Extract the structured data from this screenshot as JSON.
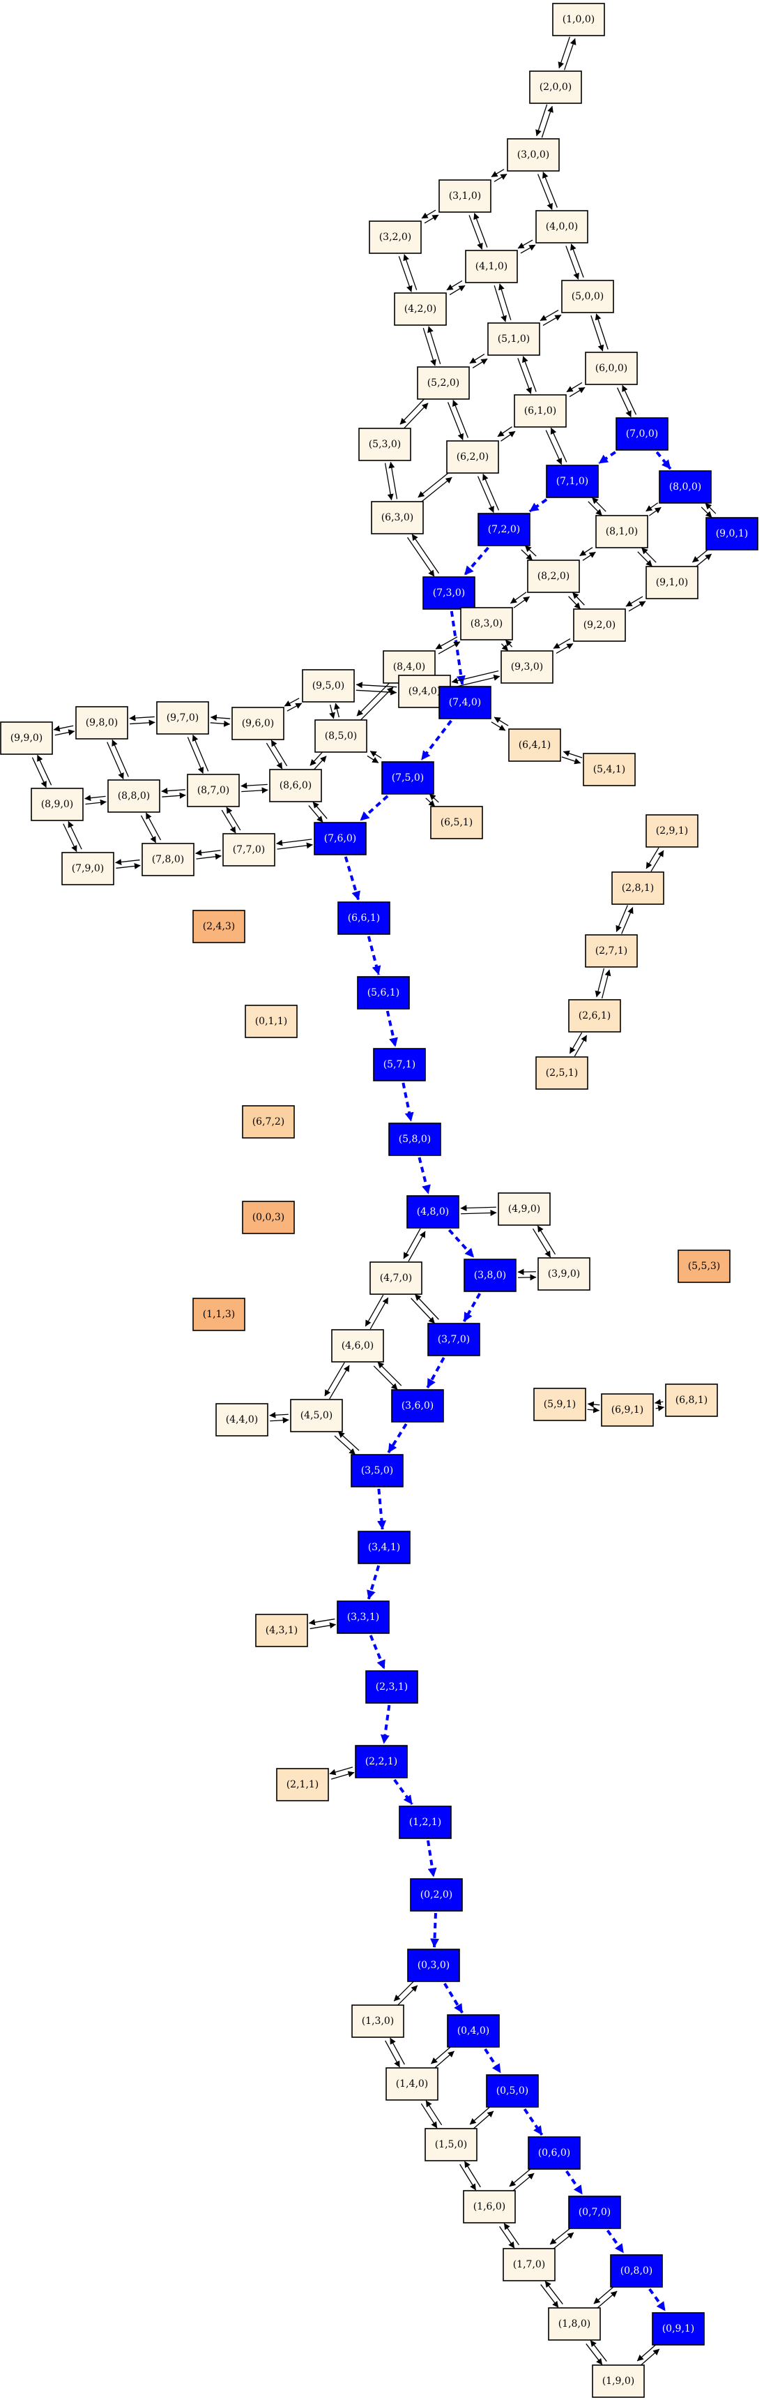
{
  "colors": {
    "path": "#0000ff",
    "level0": "#fdf5e6",
    "level1": "#fde4c3",
    "level2": "#fcd1a2",
    "level3": "#f9b47c",
    "label_on_path": "#ffffff",
    "label_default": "#000000",
    "edge": "#000000"
  },
  "nodes": [
    {
      "id": "(1,0,0)",
      "label": "(1,0,0)",
      "level": 0
    },
    {
      "id": "(2,0,0)",
      "label": "(2,0,0)",
      "level": 0
    },
    {
      "id": "(3,0,0)",
      "label": "(3,0,0)",
      "level": 0
    },
    {
      "id": "(3,1,0)",
      "label": "(3,1,0)",
      "level": 0
    },
    {
      "id": "(4,0,0)",
      "label": "(4,0,0)",
      "level": 0
    },
    {
      "id": "(3,2,0)",
      "label": "(3,2,0)",
      "level": 0
    },
    {
      "id": "(4,1,0)",
      "label": "(4,1,0)",
      "level": 0
    },
    {
      "id": "(5,0,0)",
      "label": "(5,0,0)",
      "level": 0
    },
    {
      "id": "(4,2,0)",
      "label": "(4,2,0)",
      "level": 0
    },
    {
      "id": "(5,1,0)",
      "label": "(5,1,0)",
      "level": 0
    },
    {
      "id": "(6,0,0)",
      "label": "(6,0,0)",
      "level": 0
    },
    {
      "id": "(5,2,0)",
      "label": "(5,2,0)",
      "level": 0
    },
    {
      "id": "(6,1,0)",
      "label": "(6,1,0)",
      "level": 0
    },
    {
      "id": "(5,3,0)",
      "label": "(5,3,0)",
      "level": 0
    },
    {
      "id": "(6,2,0)",
      "label": "(6,2,0)",
      "level": 0
    },
    {
      "id": "(7,0,0)",
      "label": "(7,0,0)",
      "level": 0,
      "path": true
    },
    {
      "id": "(7,1,0)",
      "label": "(7,1,0)",
      "level": 0,
      "path": true
    },
    {
      "id": "(8,0,0)",
      "label": "(8,0,0)",
      "level": 0,
      "path": true
    },
    {
      "id": "(6,3,0)",
      "label": "(6,3,0)",
      "level": 0
    },
    {
      "id": "(7,2,0)",
      "label": "(7,2,0)",
      "level": 0,
      "path": true
    },
    {
      "id": "(8,1,0)",
      "label": "(8,1,0)",
      "level": 0
    },
    {
      "id": "(9,0,1)",
      "label": "(9,0,1)",
      "level": 1,
      "path": true
    },
    {
      "id": "(8,2,0)",
      "label": "(8,2,0)",
      "level": 0
    },
    {
      "id": "(9,1,0)",
      "label": "(9,1,0)",
      "level": 0
    },
    {
      "id": "(7,3,0)",
      "label": "(7,3,0)",
      "level": 0,
      "path": true
    },
    {
      "id": "(8,3,0)",
      "label": "(8,3,0)",
      "level": 0
    },
    {
      "id": "(9,2,0)",
      "label": "(9,2,0)",
      "level": 0
    },
    {
      "id": "(8,4,0)",
      "label": "(8,4,0)",
      "level": 0
    },
    {
      "id": "(9,3,0)",
      "label": "(9,3,0)",
      "level": 0
    },
    {
      "id": "(9,5,0)",
      "label": "(9,5,0)",
      "level": 0
    },
    {
      "id": "(9,4,0)",
      "label": "(9,4,0)",
      "level": 0
    },
    {
      "id": "(7,4,0)",
      "label": "(7,4,0)",
      "level": 0,
      "path": true
    },
    {
      "id": "(9,8,0)",
      "label": "(9,8,0)",
      "level": 0
    },
    {
      "id": "(9,7,0)",
      "label": "(9,7,0)",
      "level": 0
    },
    {
      "id": "(9,6,0)",
      "label": "(9,6,0)",
      "level": 0
    },
    {
      "id": "(9,9,0)",
      "label": "(9,9,0)",
      "level": 0
    },
    {
      "id": "(8,5,0)",
      "label": "(8,5,0)",
      "level": 0
    },
    {
      "id": "(6,4,1)",
      "label": "(6,4,1)",
      "level": 1
    },
    {
      "id": "(5,4,1)",
      "label": "(5,4,1)",
      "level": 1
    },
    {
      "id": "(8,8,0)",
      "label": "(8,8,0)",
      "level": 0
    },
    {
      "id": "(8,7,0)",
      "label": "(8,7,0)",
      "level": 0
    },
    {
      "id": "(8,6,0)",
      "label": "(8,6,0)",
      "level": 0
    },
    {
      "id": "(7,5,0)",
      "label": "(7,5,0)",
      "level": 0,
      "path": true
    },
    {
      "id": "(8,9,0)",
      "label": "(8,9,0)",
      "level": 0
    },
    {
      "id": "(6,5,1)",
      "label": "(6,5,1)",
      "level": 1
    },
    {
      "id": "(7,7,0)",
      "label": "(7,7,0)",
      "level": 0
    },
    {
      "id": "(7,8,0)",
      "label": "(7,8,0)",
      "level": 0
    },
    {
      "id": "(7,6,0)",
      "label": "(7,6,0)",
      "level": 0,
      "path": true
    },
    {
      "id": "(7,9,0)",
      "label": "(7,9,0)",
      "level": 0
    },
    {
      "id": "(2,9,1)",
      "label": "(2,9,1)",
      "level": 1
    },
    {
      "id": "(2,8,1)",
      "label": "(2,8,1)",
      "level": 1
    },
    {
      "id": "(6,6,1)",
      "label": "(6,6,1)",
      "level": 1,
      "path": true
    },
    {
      "id": "(2,4,3)",
      "label": "(2,4,3)",
      "level": 3
    },
    {
      "id": "(2,7,1)",
      "label": "(2,7,1)",
      "level": 1
    },
    {
      "id": "(5,6,1)",
      "label": "(5,6,1)",
      "level": 1,
      "path": true
    },
    {
      "id": "(2,6,1)",
      "label": "(2,6,1)",
      "level": 1
    },
    {
      "id": "(0,1,1)",
      "label": "(0,1,1)",
      "level": 1
    },
    {
      "id": "(2,5,1)",
      "label": "(2,5,1)",
      "level": 1
    },
    {
      "id": "(5,7,1)",
      "label": "(5,7,1)",
      "level": 1,
      "path": true
    },
    {
      "id": "(6,7,2)",
      "label": "(6,7,2)",
      "level": 2
    },
    {
      "id": "(5,8,0)",
      "label": "(5,8,0)",
      "level": 0,
      "path": true
    },
    {
      "id": "(0,0,3)",
      "label": "(0,0,3)",
      "level": 3
    },
    {
      "id": "(4,8,0)",
      "label": "(4,8,0)",
      "level": 0,
      "path": true
    },
    {
      "id": "(4,9,0)",
      "label": "(4,9,0)",
      "level": 0
    },
    {
      "id": "(5,5,3)",
      "label": "(5,5,3)",
      "level": 3
    },
    {
      "id": "(4,7,0)",
      "label": "(4,7,0)",
      "level": 0
    },
    {
      "id": "(3,8,0)",
      "label": "(3,8,0)",
      "level": 0,
      "path": true
    },
    {
      "id": "(3,9,0)",
      "label": "(3,9,0)",
      "level": 0
    },
    {
      "id": "(1,1,3)",
      "label": "(1,1,3)",
      "level": 3
    },
    {
      "id": "(3,7,0)",
      "label": "(3,7,0)",
      "level": 0,
      "path": true
    },
    {
      "id": "(4,6,0)",
      "label": "(4,6,0)",
      "level": 0
    },
    {
      "id": "(6,8,1)",
      "label": "(6,8,1)",
      "level": 1
    },
    {
      "id": "(5,9,1)",
      "label": "(5,9,1)",
      "level": 1
    },
    {
      "id": "(6,9,1)",
      "label": "(6,9,1)",
      "level": 1
    },
    {
      "id": "(3,6,0)",
      "label": "(3,6,0)",
      "level": 0,
      "path": true
    },
    {
      "id": "(4,4,0)",
      "label": "(4,4,0)",
      "level": 0
    },
    {
      "id": "(4,5,0)",
      "label": "(4,5,0)",
      "level": 0
    },
    {
      "id": "(3,5,0)",
      "label": "(3,5,0)",
      "level": 0,
      "path": true
    },
    {
      "id": "(3,4,1)",
      "label": "(3,4,1)",
      "level": 1,
      "path": true
    },
    {
      "id": "(4,3,1)",
      "label": "(4,3,1)",
      "level": 1
    },
    {
      "id": "(3,3,1)",
      "label": "(3,3,1)",
      "level": 1,
      "path": true
    },
    {
      "id": "(2,3,1)",
      "label": "(2,3,1)",
      "level": 1,
      "path": true
    },
    {
      "id": "(2,2,1)",
      "label": "(2,2,1)",
      "level": 1,
      "path": true
    },
    {
      "id": "(2,1,1)",
      "label": "(2,1,1)",
      "level": 1
    },
    {
      "id": "(1,2,1)",
      "label": "(1,2,1)",
      "level": 1,
      "path": true
    },
    {
      "id": "(0,2,0)",
      "label": "(0,2,0)",
      "level": 0,
      "path": true
    },
    {
      "id": "(0,3,0)",
      "label": "(0,3,0)",
      "level": 0,
      "path": true
    },
    {
      "id": "(1,3,0)",
      "label": "(1,3,0)",
      "level": 0
    },
    {
      "id": "(0,4,0)",
      "label": "(0,4,0)",
      "level": 0,
      "path": true
    },
    {
      "id": "(1,4,0)",
      "label": "(1,4,0)",
      "level": 0
    },
    {
      "id": "(0,5,0)",
      "label": "(0,5,0)",
      "level": 0,
      "path": true
    },
    {
      "id": "(1,5,0)",
      "label": "(1,5,0)",
      "level": 0
    },
    {
      "id": "(0,6,0)",
      "label": "(0,6,0)",
      "level": 0,
      "path": true
    },
    {
      "id": "(1,6,0)",
      "label": "(1,6,0)",
      "level": 0
    },
    {
      "id": "(0,7,0)",
      "label": "(0,7,0)",
      "level": 0,
      "path": true
    },
    {
      "id": "(1,7,0)",
      "label": "(1,7,0)",
      "level": 0
    },
    {
      "id": "(0,8,0)",
      "label": "(0,8,0)",
      "level": 0,
      "path": true
    },
    {
      "id": "(1,8,0)",
      "label": "(1,8,0)",
      "level": 0
    },
    {
      "id": "(0,9,1)",
      "label": "(0,9,1)",
      "level": 1,
      "path": true
    },
    {
      "id": "(1,9,0)",
      "label": "(1,9,0)",
      "level": 0
    }
  ],
  "edges": [
    {
      "from": "(1,0,0)",
      "to": "(2,0,0)",
      "bidir": true
    },
    {
      "from": "(2,0,0)",
      "to": "(3,0,0)",
      "bidir": true
    },
    {
      "from": "(3,0,0)",
      "to": "(3,1,0)",
      "bidir": true
    },
    {
      "from": "(3,0,0)",
      "to": "(4,0,0)",
      "bidir": true
    },
    {
      "from": "(3,1,0)",
      "to": "(3,2,0)",
      "bidir": true
    },
    {
      "from": "(3,1,0)",
      "to": "(4,1,0)",
      "bidir": true
    },
    {
      "from": "(4,0,0)",
      "to": "(4,1,0)",
      "bidir": true
    },
    {
      "from": "(4,0,0)",
      "to": "(5,0,0)",
      "bidir": true
    },
    {
      "from": "(3,2,0)",
      "to": "(4,2,0)",
      "bidir": true
    },
    {
      "from": "(4,1,0)",
      "to": "(4,2,0)",
      "bidir": true
    },
    {
      "from": "(4,1,0)",
      "to": "(5,1,0)",
      "bidir": true
    },
    {
      "from": "(5,0,0)",
      "to": "(5,1,0)",
      "bidir": true
    },
    {
      "from": "(5,0,0)",
      "to": "(6,0,0)",
      "bidir": true
    },
    {
      "from": "(4,2,0)",
      "to": "(5,2,0)",
      "bidir": true
    },
    {
      "from": "(5,1,0)",
      "to": "(5,2,0)",
      "bidir": true
    },
    {
      "from": "(5,1,0)",
      "to": "(6,1,0)",
      "bidir": true
    },
    {
      "from": "(6,0,0)",
      "to": "(6,1,0)",
      "bidir": true
    },
    {
      "from": "(6,0,0)",
      "to": "(7,0,0)",
      "bidir": true
    },
    {
      "from": "(5,2,0)",
      "to": "(5,3,0)",
      "bidir": true
    },
    {
      "from": "(5,2,0)",
      "to": "(6,2,0)",
      "bidir": true
    },
    {
      "from": "(6,1,0)",
      "to": "(6,2,0)",
      "bidir": true
    },
    {
      "from": "(6,1,0)",
      "to": "(7,1,0)",
      "bidir": true
    },
    {
      "from": "(7,0,0)",
      "to": "(7,1,0)",
      "path": true
    },
    {
      "from": "(7,0,0)",
      "to": "(8,0,0)",
      "path": true
    },
    {
      "from": "(5,3,0)",
      "to": "(6,3,0)",
      "bidir": true
    },
    {
      "from": "(6,2,0)",
      "to": "(6,3,0)",
      "bidir": true
    },
    {
      "from": "(6,2,0)",
      "to": "(7,2,0)",
      "bidir": true
    },
    {
      "from": "(7,1,0)",
      "to": "(7,2,0)",
      "path": true
    },
    {
      "from": "(7,1,0)",
      "to": "(8,1,0)",
      "bidir": true
    },
    {
      "from": "(8,0,0)",
      "to": "(8,1,0)",
      "bidir": true
    },
    {
      "from": "(8,0,0)",
      "to": "(9,0,1)",
      "bidir": true
    },
    {
      "from": "(6,3,0)",
      "to": "(7,3,0)",
      "bidir": true
    },
    {
      "from": "(7,2,0)",
      "to": "(7,3,0)",
      "path": true
    },
    {
      "from": "(7,2,0)",
      "to": "(8,2,0)",
      "bidir": true
    },
    {
      "from": "(8,1,0)",
      "to": "(8,2,0)",
      "bidir": true
    },
    {
      "from": "(8,1,0)",
      "to": "(9,1,0)",
      "bidir": true
    },
    {
      "from": "(9,0,1)",
      "to": "(9,1,0)",
      "bidir": true
    },
    {
      "from": "(7,3,0)",
      "to": "(8,3,0)",
      "bidir": true
    },
    {
      "from": "(7,3,0)",
      "to": "(7,4,0)",
      "path": true
    },
    {
      "from": "(8,2,0)",
      "to": "(8,3,0)",
      "bidir": true
    },
    {
      "from": "(8,2,0)",
      "to": "(9,2,0)",
      "bidir": true
    },
    {
      "from": "(9,1,0)",
      "to": "(9,2,0)",
      "bidir": true
    },
    {
      "from": "(8,3,0)",
      "to": "(8,4,0)",
      "bidir": true
    },
    {
      "from": "(8,3,0)",
      "to": "(9,3,0)",
      "bidir": true
    },
    {
      "from": "(9,2,0)",
      "to": "(9,3,0)",
      "bidir": true
    },
    {
      "from": "(8,4,0)",
      "to": "(9,4,0)",
      "bidir": true
    },
    {
      "from": "(8,4,0)",
      "to": "(7,4,0)",
      "bidir": true
    },
    {
      "from": "(8,4,0)",
      "to": "(8,5,0)",
      "bidir": true
    },
    {
      "from": "(9,3,0)",
      "to": "(9,4,0)",
      "bidir": true
    },
    {
      "from": "(9,5,0)",
      "to": "(9,4,0)",
      "bidir": true
    },
    {
      "from": "(9,5,0)",
      "to": "(9,6,0)",
      "bidir": true
    },
    {
      "from": "(9,5,0)",
      "to": "(8,5,0)",
      "bidir": true
    },
    {
      "from": "(7,4,0)",
      "to": "(6,4,1)",
      "bidir": true
    },
    {
      "from": "(7,4,0)",
      "to": "(7,5,0)",
      "path": true
    },
    {
      "from": "(6,4,1)",
      "to": "(5,4,1)",
      "bidir": true
    },
    {
      "from": "(9,8,0)",
      "to": "(9,7,0)",
      "bidir": true
    },
    {
      "from": "(9,8,0)",
      "to": "(9,9,0)",
      "bidir": true
    },
    {
      "from": "(9,8,0)",
      "to": "(8,8,0)",
      "bidir": true
    },
    {
      "from": "(9,7,0)",
      "to": "(9,6,0)",
      "bidir": true
    },
    {
      "from": "(9,7,0)",
      "to": "(8,7,0)",
      "bidir": true
    },
    {
      "from": "(9,6,0)",
      "to": "(8,6,0)",
      "bidir": true
    },
    {
      "from": "(9,9,0)",
      "to": "(8,9,0)",
      "bidir": true
    },
    {
      "from": "(8,5,0)",
      "to": "(8,6,0)",
      "bidir": true
    },
    {
      "from": "(8,5,0)",
      "to": "(7,5,0)",
      "bidir": true
    },
    {
      "from": "(8,8,0)",
      "to": "(8,7,0)",
      "bidir": true
    },
    {
      "from": "(8,8,0)",
      "to": "(8,9,0)",
      "bidir": true
    },
    {
      "from": "(8,8,0)",
      "to": "(7,8,0)",
      "bidir": true
    },
    {
      "from": "(8,7,0)",
      "to": "(8,6,0)",
      "bidir": true
    },
    {
      "from": "(8,7,0)",
      "to": "(7,7,0)",
      "bidir": true
    },
    {
      "from": "(8,6,0)",
      "to": "(7,6,0)",
      "bidir": true
    },
    {
      "from": "(7,5,0)",
      "to": "(6,5,1)",
      "bidir": true
    },
    {
      "from": "(7,5,0)",
      "to": "(7,6,0)",
      "path": true
    },
    {
      "from": "(8,9,0)",
      "to": "(7,9,0)",
      "bidir": true
    },
    {
      "from": "(7,7,0)",
      "to": "(7,8,0)",
      "bidir": true
    },
    {
      "from": "(7,7,0)",
      "to": "(7,6,0)",
      "bidir": true
    },
    {
      "from": "(7,8,0)",
      "to": "(7,9,0)",
      "bidir": true
    },
    {
      "from": "(7,6,0)",
      "to": "(6,6,1)",
      "path": true
    },
    {
      "from": "(2,9,1)",
      "to": "(2,8,1)",
      "bidir": true
    },
    {
      "from": "(2,8,1)",
      "to": "(2,7,1)",
      "bidir": true
    },
    {
      "from": "(2,7,1)",
      "to": "(2,6,1)",
      "bidir": true
    },
    {
      "from": "(2,6,1)",
      "to": "(2,5,1)",
      "bidir": true
    },
    {
      "from": "(6,6,1)",
      "to": "(5,6,1)",
      "path": true
    },
    {
      "from": "(5,6,1)",
      "to": "(5,7,1)",
      "path": true
    },
    {
      "from": "(5,7,1)",
      "to": "(5,8,0)",
      "path": true
    },
    {
      "from": "(5,8,0)",
      "to": "(4,8,0)",
      "path": true
    },
    {
      "from": "(4,8,0)",
      "to": "(4,9,0)",
      "bidir": true
    },
    {
      "from": "(4,8,0)",
      "to": "(4,7,0)",
      "bidir": true
    },
    {
      "from": "(4,8,0)",
      "to": "(3,8,0)",
      "path": true
    },
    {
      "from": "(4,9,0)",
      "to": "(3,9,0)",
      "bidir": true
    },
    {
      "from": "(4,7,0)",
      "to": "(3,7,0)",
      "bidir": true
    },
    {
      "from": "(4,7,0)",
      "to": "(4,6,0)",
      "bidir": true
    },
    {
      "from": "(3,8,0)",
      "to": "(3,9,0)",
      "bidir": true
    },
    {
      "from": "(3,8,0)",
      "to": "(3,7,0)",
      "path": true
    },
    {
      "from": "(3,7,0)",
      "to": "(3,6,0)",
      "path": true
    },
    {
      "from": "(4,6,0)",
      "to": "(3,6,0)",
      "bidir": true
    },
    {
      "from": "(4,6,0)",
      "to": "(4,5,0)",
      "bidir": true
    },
    {
      "from": "(6,8,1)",
      "to": "(6,9,1)",
      "bidir": true
    },
    {
      "from": "(6,9,1)",
      "to": "(5,9,1)",
      "bidir": true
    },
    {
      "from": "(3,6,0)",
      "to": "(3,5,0)",
      "path": true
    },
    {
      "from": "(4,5,0)",
      "to": "(4,4,0)",
      "bidir": true
    },
    {
      "from": "(4,5,0)",
      "to": "(3,5,0)",
      "bidir": true
    },
    {
      "from": "(3,5,0)",
      "to": "(3,4,1)",
      "path": true
    },
    {
      "from": "(3,4,1)",
      "to": "(3,3,1)",
      "path": true
    },
    {
      "from": "(3,3,1)",
      "to": "(4,3,1)",
      "bidir": true
    },
    {
      "from": "(3,3,1)",
      "to": "(2,3,1)",
      "path": true
    },
    {
      "from": "(2,3,1)",
      "to": "(2,2,1)",
      "path": true
    },
    {
      "from": "(2,2,1)",
      "to": "(2,1,1)",
      "bidir": true
    },
    {
      "from": "(2,2,1)",
      "to": "(1,2,1)",
      "path": true
    },
    {
      "from": "(1,2,1)",
      "to": "(0,2,0)",
      "path": true
    },
    {
      "from": "(0,2,0)",
      "to": "(0,3,0)",
      "path": true
    },
    {
      "from": "(0,3,0)",
      "to": "(1,3,0)",
      "bidir": true
    },
    {
      "from": "(0,3,0)",
      "to": "(0,4,0)",
      "path": true
    },
    {
      "from": "(1,3,0)",
      "to": "(1,4,0)",
      "bidir": true
    },
    {
      "from": "(0,4,0)",
      "to": "(1,4,0)",
      "bidir": true
    },
    {
      "from": "(0,4,0)",
      "to": "(0,5,0)",
      "path": true
    },
    {
      "from": "(1,4,0)",
      "to": "(1,5,0)",
      "bidir": true
    },
    {
      "from": "(0,5,0)",
      "to": "(1,5,0)",
      "bidir": true
    },
    {
      "from": "(0,5,0)",
      "to": "(0,6,0)",
      "path": true
    },
    {
      "from": "(1,5,0)",
      "to": "(1,6,0)",
      "bidir": true
    },
    {
      "from": "(0,6,0)",
      "to": "(1,6,0)",
      "bidir": true
    },
    {
      "from": "(0,6,0)",
      "to": "(0,7,0)",
      "path": true
    },
    {
      "from": "(1,6,0)",
      "to": "(1,7,0)",
      "bidir": true
    },
    {
      "from": "(0,7,0)",
      "to": "(1,7,0)",
      "bidir": true
    },
    {
      "from": "(0,7,0)",
      "to": "(0,8,0)",
      "path": true
    },
    {
      "from": "(1,7,0)",
      "to": "(1,8,0)",
      "bidir": true
    },
    {
      "from": "(0,8,0)",
      "to": "(1,8,0)",
      "bidir": true
    },
    {
      "from": "(0,8,0)",
      "to": "(0,9,1)",
      "path": true
    },
    {
      "from": "(1,8,0)",
      "to": "(1,9,0)",
      "bidir": true
    },
    {
      "from": "(0,9,1)",
      "to": "(1,9,0)",
      "bidir": true
    }
  ]
}
